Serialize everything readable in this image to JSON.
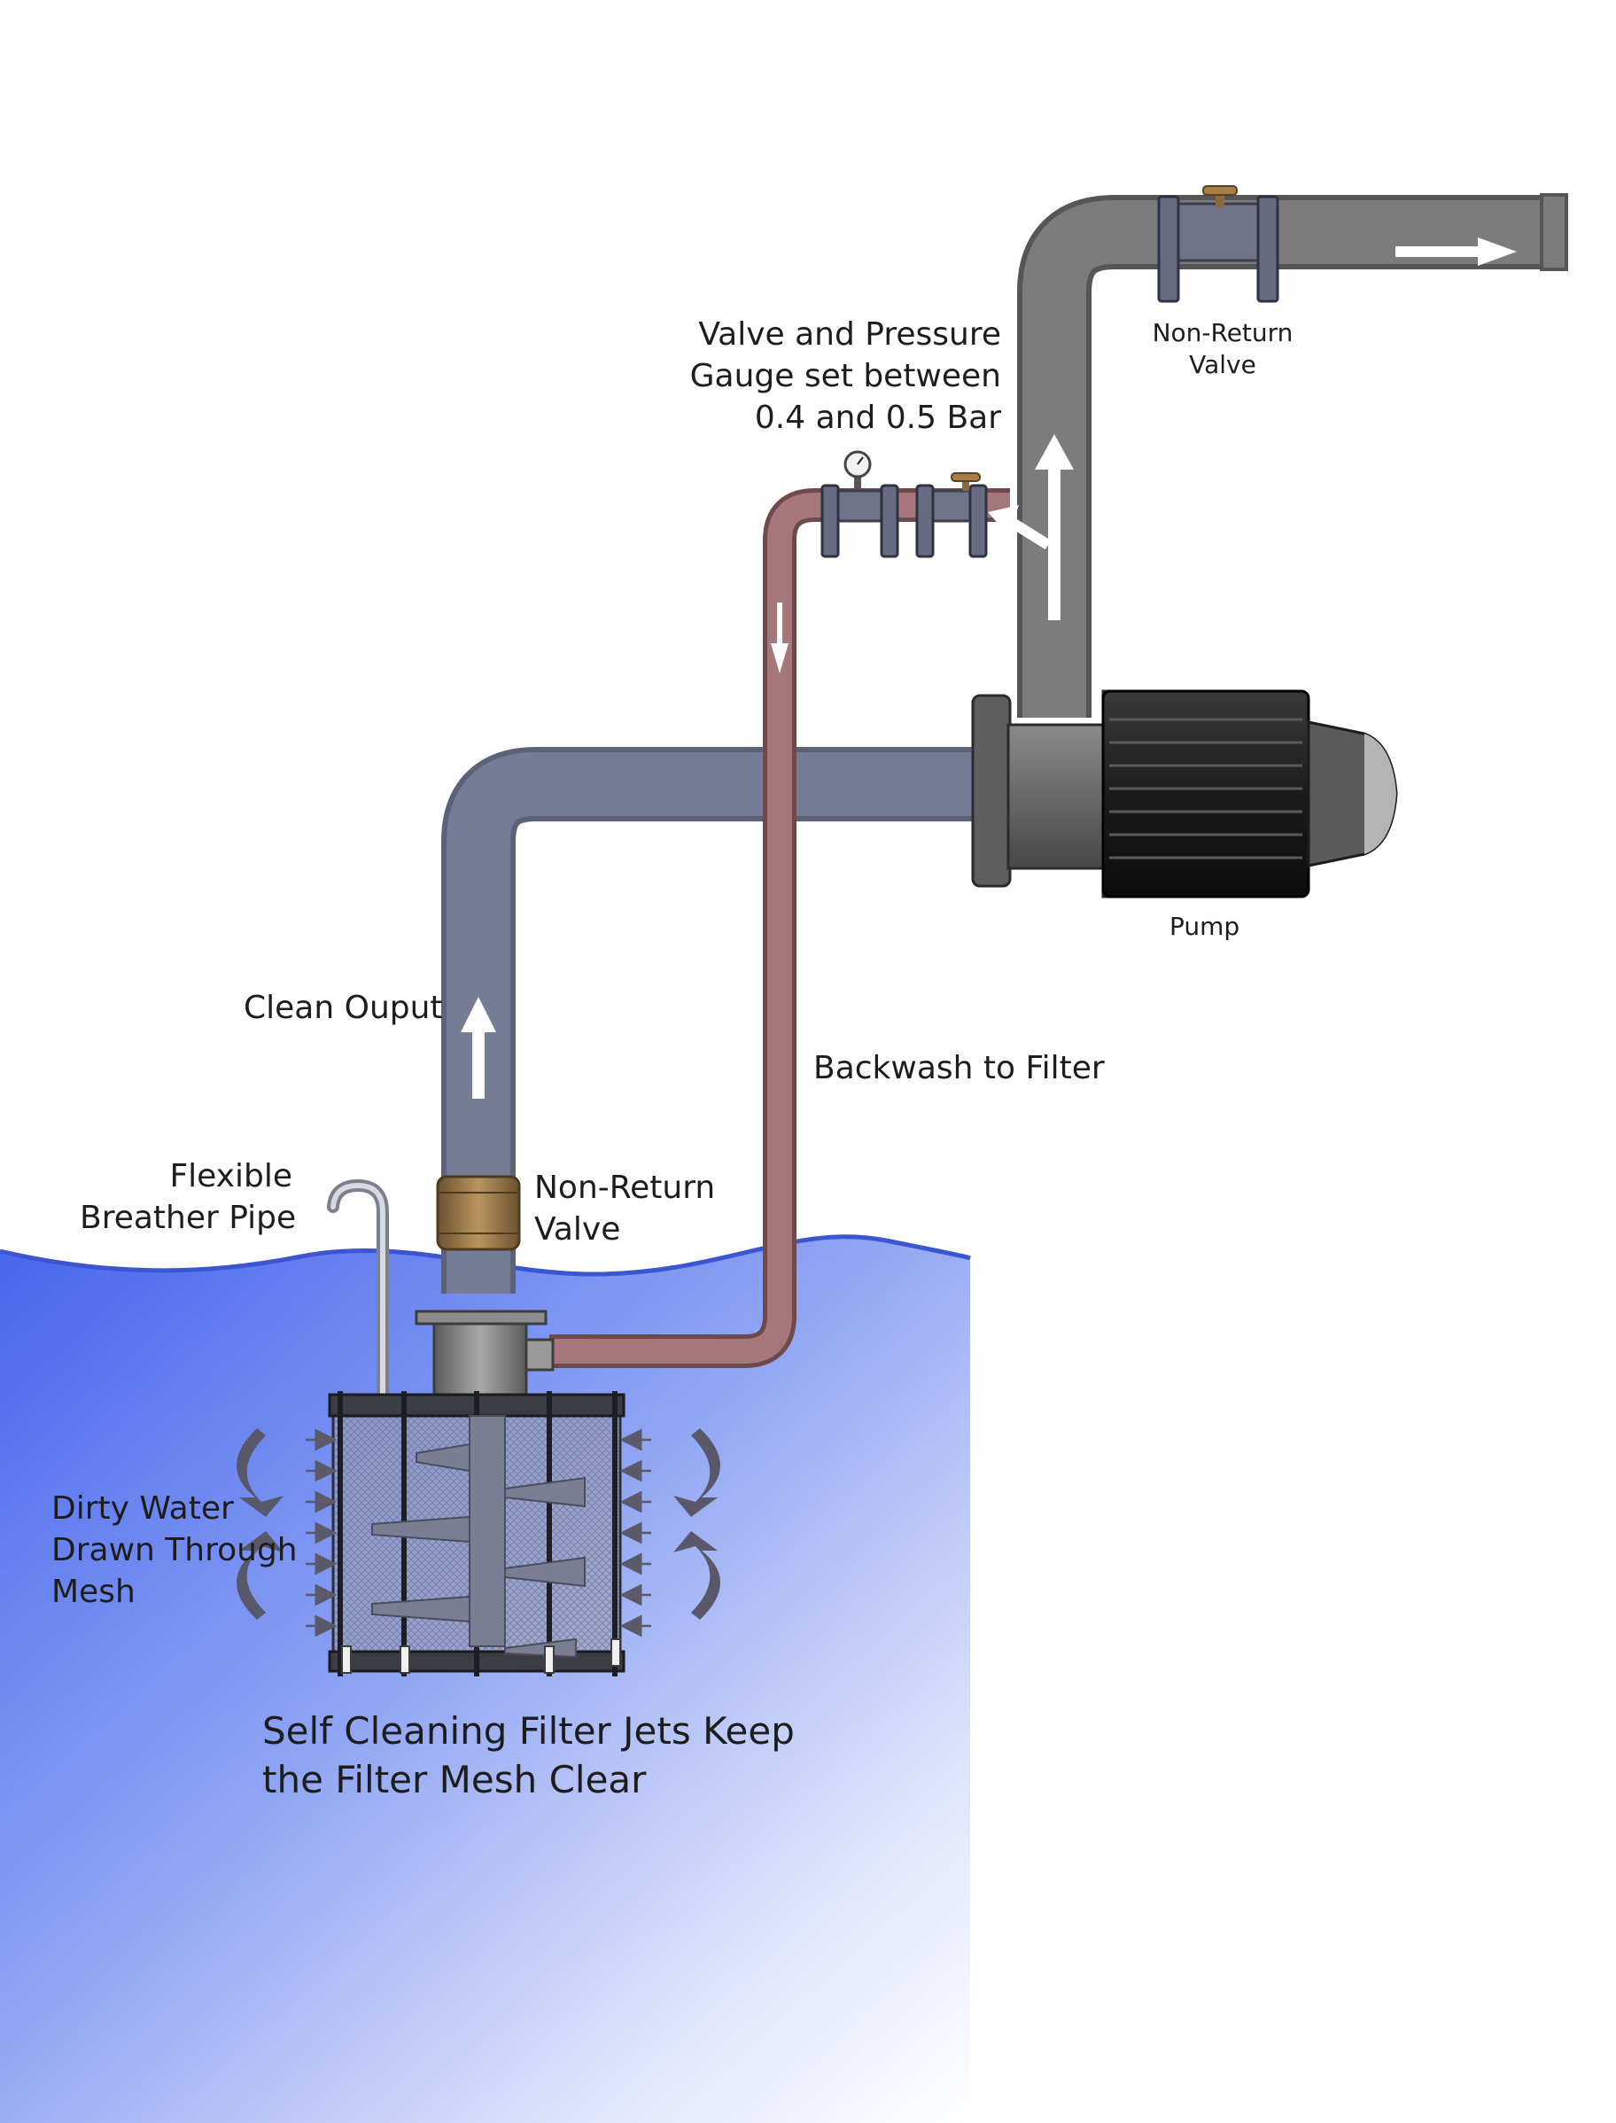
{
  "labels": {
    "valve_gauge": [
      "Valve and Pressure",
      "Gauge set between",
      "0.4 and 0.5 Bar"
    ],
    "nrv_top": [
      "Non-Return",
      "Valve"
    ],
    "pump": "Pump",
    "clean_output": "Clean Ouput",
    "backwash": "Backwash to Filter",
    "flexible_pipe": [
      "Flexible",
      "Breather Pipe"
    ],
    "nrv_low": [
      "Non-Return",
      "Valve"
    ],
    "dirty_water": [
      "Dirty Water",
      "Drawn Through",
      "Mesh"
    ],
    "self_cleaning": [
      "Self Cleaning Filter Jets Keep",
      "the Filter Mesh Clear"
    ]
  },
  "colors": {
    "water_deep": "#4a6cf0",
    "pipe_grey": "#7a7a82",
    "pipe_blue_grey": "#737a95",
    "backwash_pipe": "#9a6a6e",
    "brass_valve": "#9c7a45",
    "arrow": "#ffffff"
  }
}
